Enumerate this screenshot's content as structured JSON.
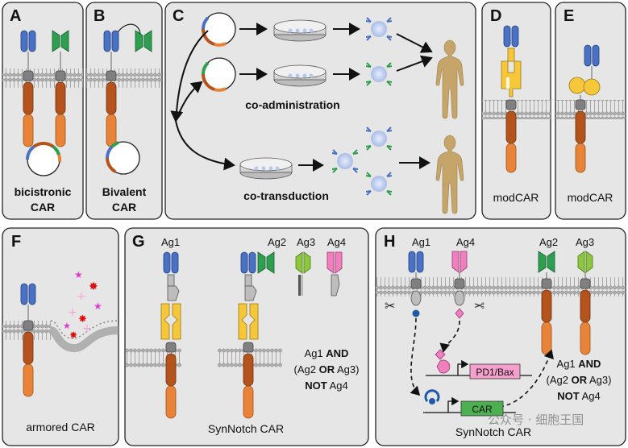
{
  "panels": {
    "A": {
      "letter": "A",
      "caption_line1": "bicistronic",
      "caption_line2": "CAR"
    },
    "B": {
      "letter": "B",
      "caption_line1": "Bivalent",
      "caption_line2": "CAR"
    },
    "C": {
      "letter": "C",
      "label_coadmin": "co-administration",
      "label_cotrans": "co-transduction"
    },
    "D": {
      "letter": "D",
      "caption": "modCAR"
    },
    "E": {
      "letter": "E",
      "caption": "modCAR"
    },
    "F": {
      "letter": "F",
      "caption": "armored CAR"
    },
    "G": {
      "letter": "G",
      "caption": "SynNotch CAR",
      "antigens": [
        "Ag1",
        "Ag2",
        "Ag3",
        "Ag4"
      ],
      "logic": {
        "l1_a": "Ag1 ",
        "l1_b": "AND",
        "l2_a": "(Ag2 ",
        "l2_b": "OR",
        "l2_c": " Ag3)",
        "l3_a": "NOT",
        "l3_b": " Ag4"
      }
    },
    "H": {
      "letter": "H",
      "caption": "SynNotch CAR",
      "antigens": [
        "Ag1",
        "Ag4",
        "Ag2",
        "Ag3"
      ],
      "gene1": "PD1/Bax",
      "gene2": "CAR",
      "logic": {
        "l1_a": "Ag1 ",
        "l1_b": "AND",
        "l2_a": "(Ag2 ",
        "l2_b": "OR",
        "l2_c": " Ag3)",
        "l3_a": "NOT",
        "l3_b": " Ag4"
      }
    }
  },
  "watermark": "公众号 · 细胞王国",
  "colors": {
    "panel_bg": "#e6e6e6",
    "scfv_blue": "#4a72c4",
    "scfv_green": "#2e9e4f",
    "light_green": "#8dc63f",
    "pink": "#f07fbf",
    "hinge": "#b5531c",
    "signal": "#e8833a",
    "notch_yellow": "#f6c73a",
    "tm_gray": "#7f7f7f",
    "membrane": "#9a9a9a",
    "cell_blue": "#b7c8ee"
  }
}
